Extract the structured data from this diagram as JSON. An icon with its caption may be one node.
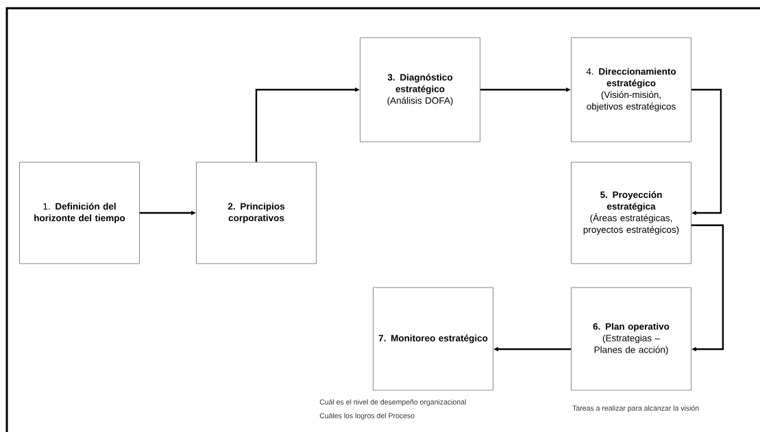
{
  "diagram": {
    "nodes": [
      {
        "text": [
          "1. **Definición del horizonte del tiempo**"
        ]
      },
      {
        "text": [
          "2. Principios corporativos"
        ]
      },
      {
        "text": [
          "3. Diagnóstico estratégico",
          "(Análisis DOFA)"
        ]
      },
      {
        "text": [
          "4. **Direccionamiento estratégico**",
          "(Visión-misión, objetivos estratégicos"
        ]
      },
      {
        "text": [
          "5. Proyección estratégica",
          "(Áreas estratégicas, proyectos estratégicos)"
        ]
      },
      {
        "text": [
          "6. Plan operativo",
          "(Estrategias – Planes de acción)"
        ],
        "beside": [
          "Tareas a realizar para alcanzar la visión"
        ]
      },
      {
        "text": [
          "7. Monitoreo estratégico"
        ],
        "beside": [
          "Cuál es el nivel de desempeño organizacional",
          "Cuáles los logros del Proceso"
        ]
      }
    ],
    "edges": [
      {
        "from": 0,
        "to": 1,
        "arrow": "to"
      },
      {
        "from": 1,
        "to": 2,
        "arrow": "to"
      },
      {
        "from": 2,
        "to": 3,
        "arrow": "to"
      },
      {
        "from": 3,
        "to": 4,
        "arrow": "to"
      },
      {
        "from": 4,
        "to": 5,
        "arrow": "to"
      },
      {
        "from": 5,
        "to": 6,
        "arrow": "to"
      }
    ]
  }
}
